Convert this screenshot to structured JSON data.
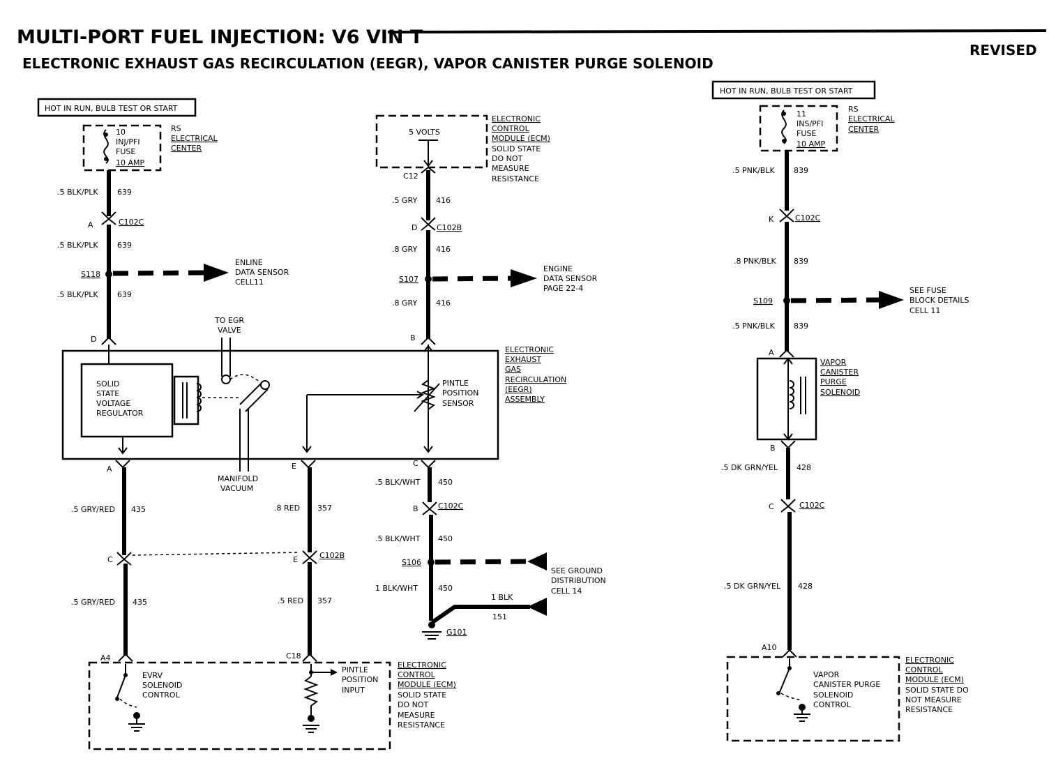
{
  "header": {
    "title": "MULTI-PORT FUEL INJECTION: V6 VIN T",
    "subtitle": "ELECTRONIC EXHAUST GAS RECIRCULATION (EEGR), VAPOR CANISTER PURGE SOLENOID",
    "revised": "REVISED"
  },
  "left": {
    "hot_label": "HOT IN RUN, BULB TEST OR START",
    "fuse": [
      "10",
      "INJ/PFI",
      "FUSE",
      "10 AMP"
    ],
    "rs_center": [
      "RS",
      "ELECTRICAL",
      "CENTER"
    ],
    "w1_gauge": ".5 BLK/PLK",
    "w1_circuit": "639",
    "conn_a": "A",
    "c102c": "C102C",
    "w2_gauge": ".5 BLK/PLK",
    "w2_circuit": "639",
    "splice": "S118",
    "splice_ref": [
      "ENLINE",
      "DATA SENSOR",
      "CELL11"
    ],
    "w3_gauge": ".5 BLK/PLK",
    "w3_circuit": "639",
    "conn_d": "D"
  },
  "middle": {
    "volts": "5 VOLTS",
    "ecm": [
      "ELECTRONIC",
      "CONTROL",
      "MODULE (ECM)",
      "SOLID STATE",
      "DO NOT",
      "MEASURE",
      "RESISTANCE"
    ],
    "pin_c12": "C12",
    "w1_gauge": ".5 GRY",
    "w1_circuit": "416",
    "conn_d": "D",
    "c102b": "C102B",
    "w2_gauge": ".8 GRY",
    "w2_circuit": "416",
    "splice": "S107",
    "splice_ref": [
      "ENGINE",
      "DATA SENSOR",
      "PAGE 22-4"
    ],
    "w3_gauge": ".8 GRY",
    "w3_circuit": "416",
    "conn_b": "B"
  },
  "assembly": {
    "to_egr": [
      "TO EGR",
      "VALVE"
    ],
    "regulator": [
      "SOLID",
      "STATE",
      "VOLTAGE",
      "REGULATOR"
    ],
    "pintle": [
      "PINTLE",
      "POSITION",
      "SENSOR"
    ],
    "name": [
      "ELECTRONIC",
      "EXHAUST",
      "GAS",
      "RECIRCULATION",
      "(EEGR)",
      "ASSEMBLY"
    ],
    "manifold": [
      "MANIFOLD",
      "VACUUM"
    ]
  },
  "lower": {
    "a_pin": "A",
    "a_w1_gauge": ".5 GRY/RED",
    "a_w1_circuit": "435",
    "c_pin": "C",
    "a_w2_gauge": ".5 GRY/RED",
    "a_w2_circuit": "435",
    "a4": "A4",
    "evrv": [
      "EVRV",
      "SOLENOID",
      "CONTROL"
    ],
    "e_pin": "E",
    "e_w1_gauge": ".8 RED",
    "e_w1_circuit": "357",
    "e_pin2": "E",
    "c102b": "C102B",
    "e_w2_gauge": ".5 RED",
    "e_w2_circuit": "357",
    "c18": "C18",
    "pintle_input": [
      "PINTLE",
      "POSITION",
      "INPUT"
    ],
    "ecm": [
      "ELECTRONIC",
      "CONTROL",
      "MODULE (ECM)",
      "SOLID STATE",
      "DO NOT",
      "MEASURE",
      "RESISTANCE"
    ],
    "c_pin3": "C",
    "c_w1_gauge": ".5 BLK/WHT",
    "c_w1_circuit": "450",
    "b_pin": "B",
    "c102c": "C102C",
    "c_w2_gauge": ".5 BLK/WHT",
    "c_w2_circuit": "450",
    "splice": "S106",
    "ground_ref": [
      "SEE GROUND",
      "DISTRIBUTION",
      "CELL 14"
    ],
    "c_w3_gauge": "1 BLK/WHT",
    "c_w3_circuit": "450",
    "blk_gauge": "1 BLK",
    "blk_circuit": "151",
    "g101": "G101"
  },
  "right": {
    "hot_label": "HOT IN RUN, BULB TEST OR START",
    "fuse": [
      "11",
      "INS/PFI",
      "FUSE",
      "10 AMP"
    ],
    "rs_center": [
      "RS",
      "ELECTRICAL",
      "CENTER"
    ],
    "w1_gauge": ".5 PNK/BLK",
    "w1_circuit": "839",
    "conn_k": "K",
    "c102c": "C102C",
    "w2_gauge": ".8 PNK/BLK",
    "w2_circuit": "839",
    "splice": "S109",
    "splice_ref": [
      "SEE FUSE",
      "BLOCK DETAILS",
      "CELL 11"
    ],
    "w3_gauge": ".5 PNK/BLK",
    "w3_circuit": "839",
    "conn_a": "A",
    "solenoid": [
      "VAPOR",
      "CANISTER",
      "PURGE",
      "SOLENOID"
    ],
    "conn_b": "B",
    "w4_gauge": ".5 DK GRN/YEL",
    "w4_circuit": "428",
    "conn_c": "C",
    "c102c_2": "C102C",
    "w5_gauge": ".5 DK GRN/YEL",
    "w5_circuit": "428",
    "a10": "A10",
    "vapor_ctrl": [
      "VAPOR",
      "CANISTER PURGE",
      "SOLENOID",
      "CONTROL"
    ],
    "ecm": [
      "ELECTRONIC",
      "CONTROL",
      "MODULE (ECM)",
      "SOLID STATE DO",
      "NOT MEASURE",
      "RESISTANCE"
    ]
  }
}
